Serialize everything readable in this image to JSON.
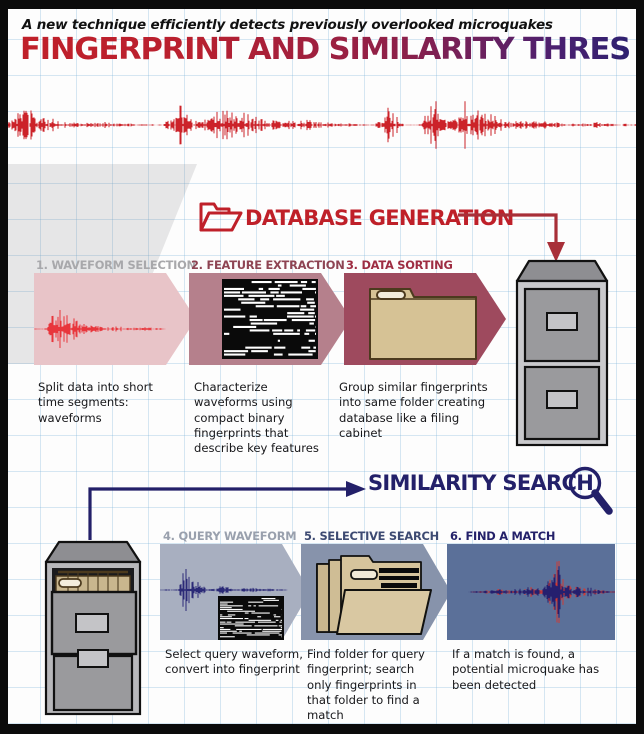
{
  "header": {
    "kicker": "A new technique efficiently detects previously overlooked microquakes",
    "title": "FINGERPRINT AND SIMILARITY THRESHOLDING (FAST)",
    "title_gradient_from": "#c0202a",
    "title_gradient_to": "#2e2170"
  },
  "colors": {
    "red": "#bf2029",
    "navy": "#232069",
    "chev1": "#e8c4c8",
    "chev2": "#b5808c",
    "chev3": "#9e4a5e",
    "chev4": "#a8afc0",
    "chev5": "#8793ab",
    "chev6": "#5b7099",
    "folder_tan": "#d6c295",
    "cabinet_grey": "#9a9a9d",
    "background": "#fdfdfd",
    "grid_line": "#78afd7",
    "border": "#0b0b0b"
  },
  "sections": {
    "database": {
      "heading": "DATABASE GENERATION",
      "icon": "open-folder-icon",
      "steps": [
        {
          "label": "1. WAVEFORM SELECTION",
          "label_color": "#a8a8ab",
          "chevron_color": "#e8c4c8",
          "graphic": "red-seismogram",
          "caption": "Split data into short time segments: waveforms"
        },
        {
          "label": "2. FEATURE EXTRACTION",
          "label_color": "#8e4453",
          "chevron_color": "#b5808c",
          "graphic": "binary-fingerprint",
          "caption": "Characterize waveforms using compact binary fingerprints that describe key features"
        },
        {
          "label": "3. DATA SORTING",
          "label_color": "#9e2d42",
          "chevron_color": "#9e4a5e",
          "graphic": "tan-folder",
          "caption": "Group similar fingerprints into same folder creating database like a filing cabinet"
        }
      ],
      "target": "filing-cabinet-closed"
    },
    "similarity": {
      "heading": "SIMILARITY SEARCH",
      "icon": "magnifying-glass-icon",
      "source": "filing-cabinet-open",
      "steps": [
        {
          "label": "4. QUERY WAVEFORM",
          "label_color": "#99a0ad",
          "chevron_color": "#a8afc0",
          "graphic": "navy-seismogram-and-fingerprint",
          "caption": "Select query waveform, convert into fingerprint"
        },
        {
          "label": "5. SELECTIVE SEARCH",
          "label_color": "#3d4a72",
          "chevron_color": "#8793ab",
          "graphic": "folder-stack",
          "caption": "Find folder for query fingerprint; search only fingerprints in that folder to find a match"
        },
        {
          "label": "6. FIND A MATCH",
          "label_color": "#232069",
          "chevron_color": "#5b7099",
          "graphic": "overlaid-waveforms",
          "caption": "If a match is found, a potential microquake has been detected"
        }
      ]
    }
  }
}
